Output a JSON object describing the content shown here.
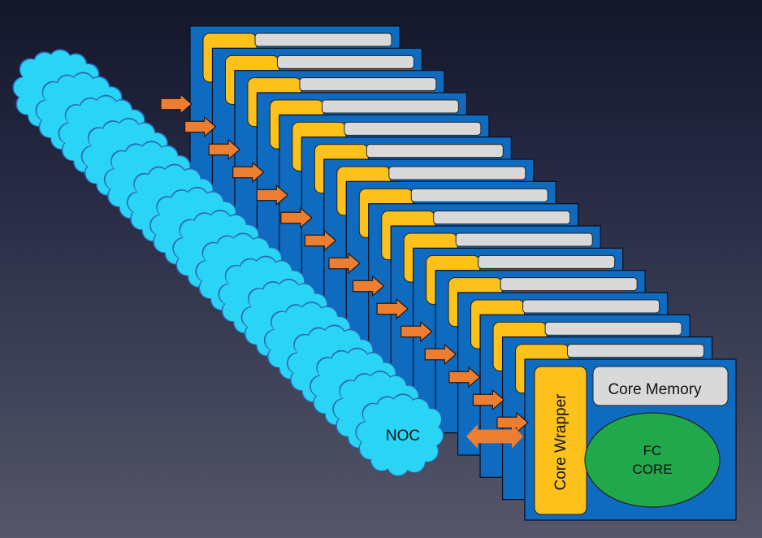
{
  "diagram": {
    "noc_label": "NOC",
    "core_wrapper_label": "Core Wrapper",
    "core_memory_label": "Core Memory",
    "fc_core_label_line1": "FC",
    "fc_core_label_line2": "CORE",
    "stack_count": 16
  },
  "colors": {
    "background_top": "#14172a",
    "background_bottom": "#55566a",
    "tile_blue": "#0e6bbf",
    "wrapper_yellow": "#fcc21b",
    "memory_gray": "#d9d9d9",
    "core_green": "#21a84a",
    "noc_cyan": "#2ad4f5",
    "arrow_orange": "#ed7d31"
  }
}
